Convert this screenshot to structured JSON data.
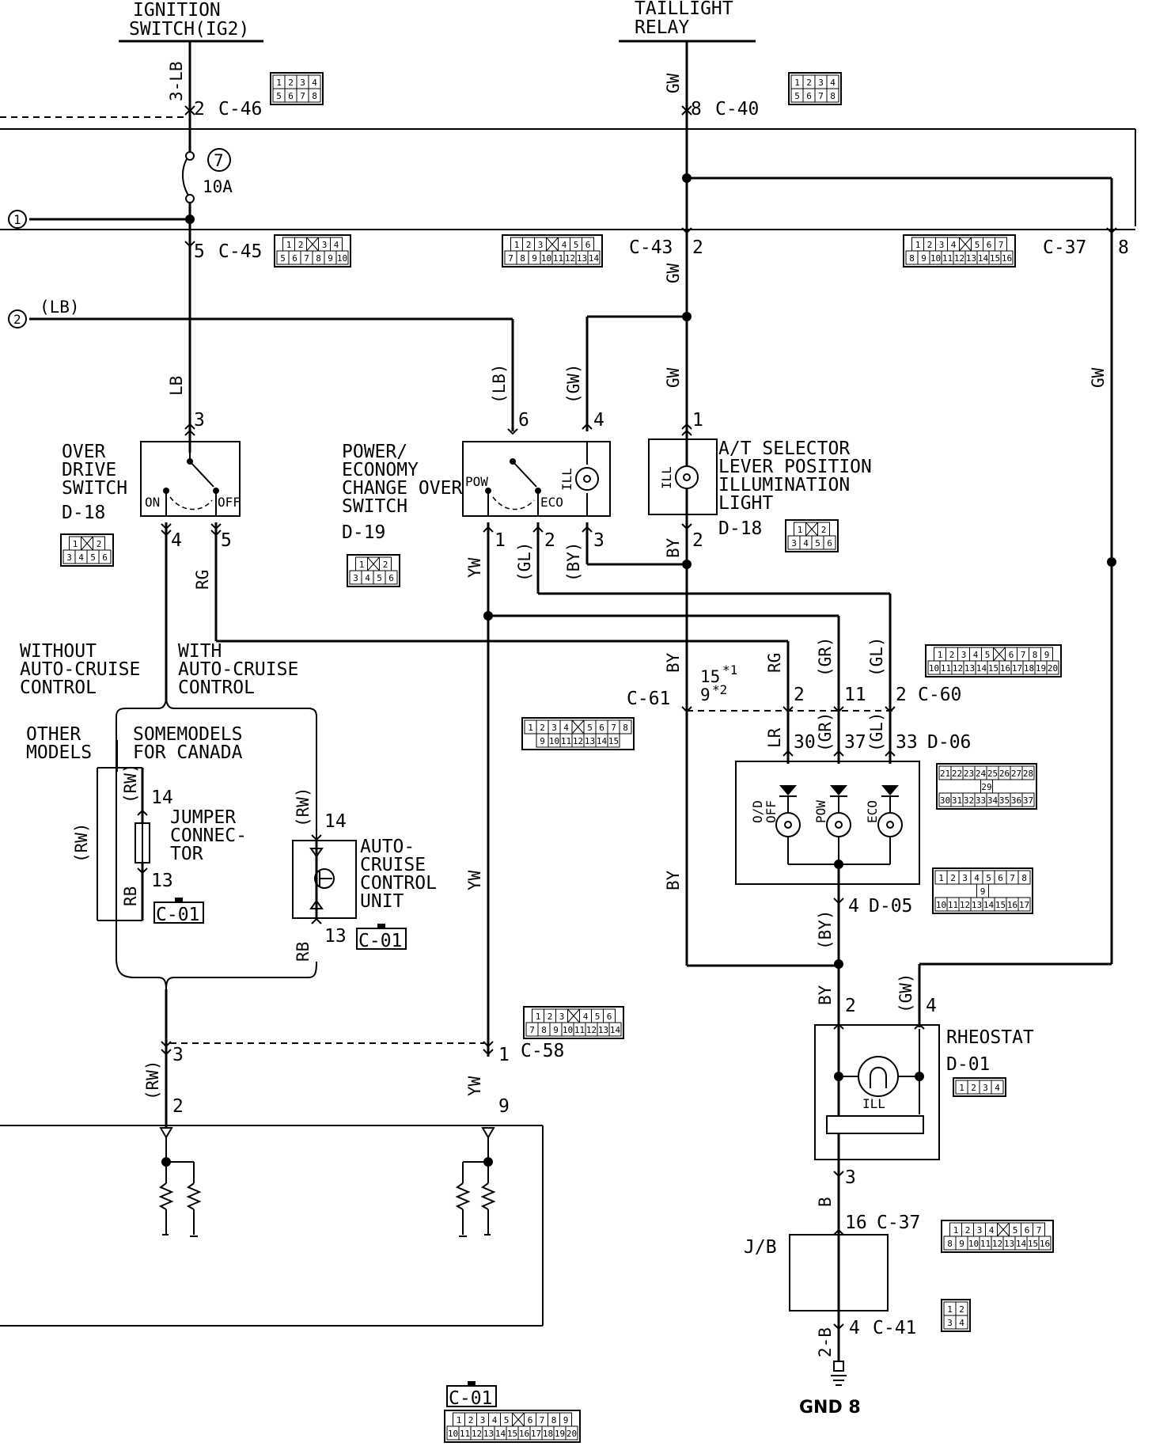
{
  "sources": {
    "ignition_title": [
      "IGNITION",
      "SWITCH(IG2)"
    ],
    "taillight_title": [
      "TAILLIGHT",
      "RELAY"
    ]
  },
  "wire_colors": {
    "lb_3": "3-LB",
    "gw_top": "GW",
    "gw_mid": "GW",
    "gw_mid2": "GW",
    "gw_right": "GW",
    "lb_left": "LB",
    "lb_paren": "(LB)",
    "lb_paren_input": "(LB)",
    "gw_paren": "(GW)",
    "rg": "RG",
    "yw": "YW",
    "gl_paren": "(GL)",
    "by_paren": "(BY)",
    "by": "BY",
    "by_lower": "BY",
    "by_lower2": "BY",
    "rg_right": "RG",
    "gr_paren": "(GR)",
    "gl_paren2": "(GL)",
    "lr": "LR",
    "gr_paren2": "(GR)",
    "gl_paren3": "(GL)",
    "by_paren2": "(BY)",
    "by_rheo": "BY",
    "gw_paren_rheo": "(GW)",
    "rw_paren_left": "(RW)",
    "rw_paren_jumper": "(RW)",
    "rb_jumper": "RB",
    "rw_paren_acc": "(RW)",
    "rb_acc": "RB",
    "yw_mid": "YW",
    "rw_paren_bottom": "(RW)",
    "yw_bottom": "YW",
    "b": "B",
    "b2": "2-B"
  },
  "connectors": {
    "c46": "C-46",
    "c40": "C-40",
    "c45": "C-45",
    "c43": "C-43",
    "c37": "C-37",
    "c61": "C-61",
    "c60": "C-60",
    "d06": "D-06",
    "d05": "D-05",
    "c58": "C-58",
    "c37b": "C-37",
    "c41": "C-41",
    "c01a": "C-01",
    "c01b": "C-01",
    "c01c": "C-01"
  },
  "pins": {
    "p2": "2",
    "p8": "8",
    "p5": "5",
    "p2b": "2",
    "p8b": "8",
    "p3": "3",
    "p6": "6",
    "p4": "4",
    "p1": "1",
    "p4b": "4",
    "p5b": "5",
    "p1b": "1",
    "p2c": "2",
    "p3b": "3",
    "p2d": "2",
    "p15": "15",
    "p15star": "*1",
    "p9": "9",
    "p9star": "*2",
    "p2e": "2",
    "p11": "11",
    "p2f": "2",
    "p30": "30",
    "p37": "37",
    "p33": "33",
    "p4c": "4",
    "p2g": "2",
    "p4d": "4",
    "p3c": "3",
    "p16": "16",
    "p4e": "4",
    "p14a": "14",
    "p13a": "13",
    "p14b": "14",
    "p13b": "13",
    "p3d": "3",
    "p1c": "1",
    "p2h": "2",
    "p9b": "9"
  },
  "fuse": {
    "number": "7",
    "rating": "10A"
  },
  "circle_refs": [
    "1",
    "2"
  ],
  "components": {
    "overdrive": {
      "title": [
        "OVER",
        "DRIVE",
        "SWITCH"
      ],
      "code": "D-18",
      "on": "ON",
      "off": "OFF"
    },
    "power_eco": {
      "title": [
        "POWER/",
        "ECONOMY",
        "CHANGE OVER",
        "SWITCH"
      ],
      "code": "D-19",
      "pow": "POW",
      "eco": "ECO",
      "ill": "ILL"
    },
    "at_selector": {
      "title": [
        "A/T SELECTOR",
        "LEVER POSITION",
        "ILLUMINATION",
        "LIGHT"
      ],
      "code": "D-18",
      "ill": "ILL"
    },
    "indicators": {
      "od_off": [
        "O/D",
        "OFF"
      ],
      "pow": "POW",
      "eco": "ECO"
    },
    "jumper": {
      "title": [
        "JUMPER",
        "CONNEC-",
        "TOR"
      ]
    },
    "auto_cruise": {
      "title": [
        "AUTO-",
        "CRUISE",
        "CONTROL",
        "UNIT"
      ]
    },
    "rheostat": {
      "title": "RHEOSTAT",
      "code": "D-01",
      "ill": "ILL"
    },
    "jb": {
      "title": "J/B"
    },
    "ground": {
      "label": "GND 8"
    }
  },
  "variants": {
    "without": [
      "WITHOUT",
      "AUTO-CRUISE",
      "CONTROL"
    ],
    "with": [
      "WITH",
      "AUTO-CRUISE",
      "CONTROL"
    ],
    "other": [
      "OTHER",
      "MODELS"
    ],
    "canada": [
      "SOMEMODELS",
      "FOR CANADA"
    ]
  },
  "pinouts": {
    "c46": [
      [
        "1",
        "2",
        "3",
        "4"
      ],
      [
        "5",
        "6",
        "7",
        "8"
      ]
    ],
    "c40": [
      [
        "1",
        "2",
        "3",
        "4"
      ],
      [
        "5",
        "6",
        "7",
        "8"
      ]
    ],
    "c45": [
      [
        "1",
        "2",
        "",
        "3",
        "4"
      ],
      [
        "5",
        "6",
        "7",
        "8",
        "9",
        "10"
      ]
    ],
    "c43": [
      [
        "1",
        "2",
        "3",
        "",
        "4",
        "5",
        "6"
      ],
      [
        "7",
        "8",
        "9",
        "10",
        "11",
        "12",
        "13",
        "14"
      ]
    ],
    "c37": [
      [
        "1",
        "2",
        "3",
        "4",
        "",
        "5",
        "6",
        "7"
      ],
      [
        "8",
        "9",
        "10",
        "11",
        "12",
        "13",
        "14",
        "15",
        "16"
      ]
    ],
    "d18a": [
      [
        "1",
        "",
        "2"
      ],
      [
        "3",
        "4",
        "5",
        "6"
      ]
    ],
    "d19": [
      [
        "1",
        "",
        "2"
      ],
      [
        "3",
        "4",
        "5",
        "6"
      ]
    ],
    "d18b": [
      [
        "1",
        "",
        "2"
      ],
      [
        "3",
        "4",
        "5",
        "6"
      ]
    ],
    "c60": [
      [
        "1",
        "2",
        "3",
        "4",
        "5",
        "",
        "6",
        "7",
        "8",
        "9"
      ],
      [
        "10",
        "11",
        "12",
        "13",
        "14",
        "15",
        "16",
        "17",
        "18",
        "19",
        "20"
      ]
    ],
    "c61": [
      [
        "1",
        "2",
        "3",
        "4",
        "",
        "5",
        "6",
        "7",
        "8"
      ],
      [
        "9",
        "10",
        "11",
        "12",
        "13",
        "14",
        "15"
      ]
    ],
    "d06": [
      [
        "21",
        "22",
        "23",
        "24",
        "25",
        "26",
        "27",
        "28"
      ],
      [
        "29"
      ],
      [
        "30",
        "31",
        "32",
        "33",
        "34",
        "35",
        "36",
        "37"
      ]
    ],
    "d05": [
      [
        "1",
        "2",
        "3",
        "4",
        "5",
        "6",
        "7",
        "8"
      ],
      [
        "9"
      ],
      [
        "10",
        "11",
        "12",
        "13",
        "14",
        "15",
        "16",
        "17"
      ]
    ],
    "c58": [
      [
        "1",
        "2",
        "3",
        "",
        "4",
        "5",
        "6"
      ],
      [
        "7",
        "8",
        "9",
        "10",
        "11",
        "12",
        "13",
        "14"
      ]
    ],
    "d01": [
      [
        "1",
        "2",
        "3",
        "4"
      ]
    ],
    "c37b": [
      [
        "1",
        "2",
        "3",
        "4",
        "",
        "5",
        "6",
        "7"
      ],
      [
        "8",
        "9",
        "10",
        "11",
        "12",
        "13",
        "14",
        "15",
        "16"
      ]
    ],
    "c41": [
      [
        "1",
        "2"
      ],
      [
        "3",
        "4"
      ]
    ],
    "c01": [
      [
        "1",
        "2",
        "3",
        "4",
        "5",
        "",
        "6",
        "7",
        "8",
        "9"
      ],
      [
        "10",
        "11",
        "12",
        "13",
        "14",
        "15",
        "16",
        "17",
        "18",
        "19",
        "20"
      ]
    ]
  }
}
